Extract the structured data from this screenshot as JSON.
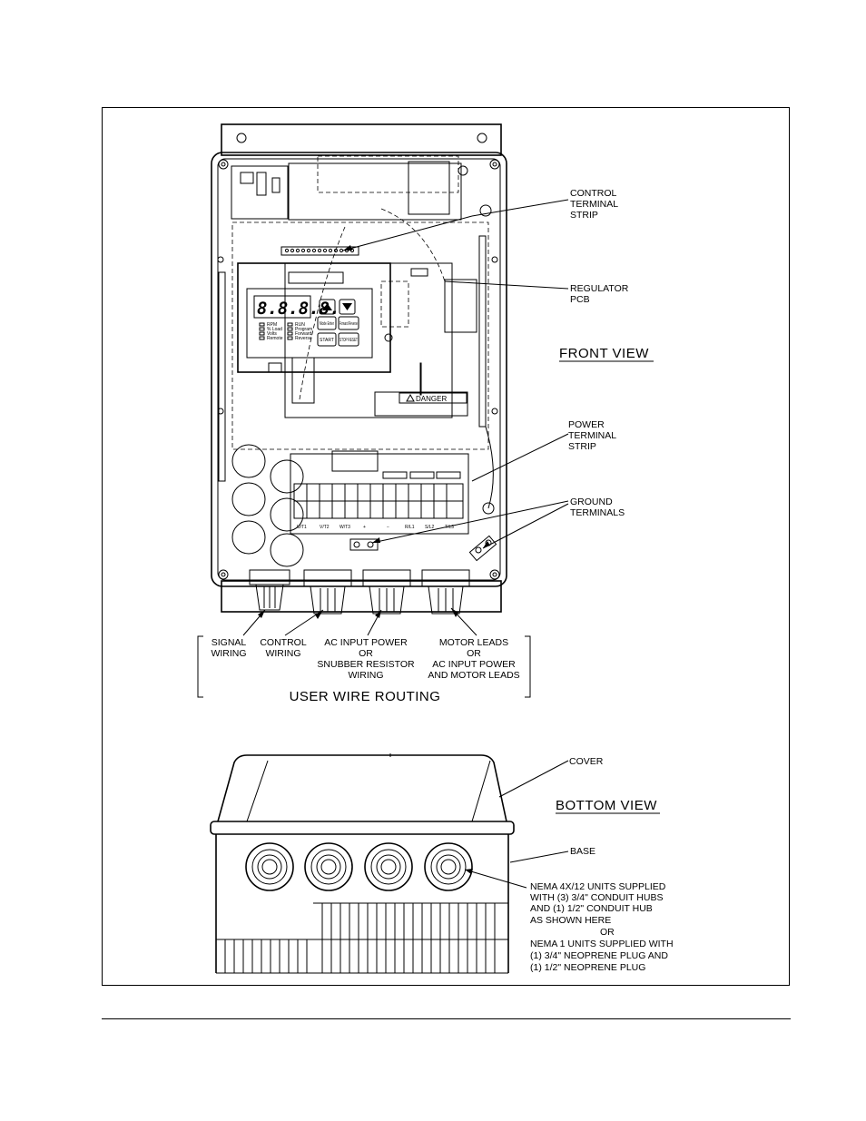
{
  "front_view": {
    "title": "FRONT VIEW",
    "callouts": {
      "control_terminal_strip": [
        "CONTROL",
        "TERMINAL",
        "STRIP"
      ],
      "regulator_pcb": [
        "REGULATOR",
        "PCB"
      ],
      "power_terminal_strip": [
        "POWER",
        "TERMINAL",
        "STRIP"
      ],
      "ground_terminals": [
        "GROUND",
        "TERMINALS"
      ]
    },
    "keypad": {
      "display": "8.8.8.8.",
      "leds_left": [
        "RPM",
        "% Load",
        "Volts",
        "Remote"
      ],
      "leds_right": [
        "RUN",
        "Program",
        "Forward",
        "Reverse"
      ],
      "keys": {
        "mode": "Mode Enter",
        "fwd_rev": "Forward Reverse",
        "start": "START",
        "stop": "STOP RESET"
      }
    },
    "danger_label": "DANGER",
    "terminal_labels": [
      "U/T1",
      "V/T2",
      "W/T3",
      "+",
      "−",
      "R/L1",
      "S/L2",
      "T/L3"
    ]
  },
  "wire_routing": {
    "title": "USER WIRE ROUTING",
    "items": [
      [
        "SIGNAL",
        "WIRING"
      ],
      [
        "CONTROL",
        "WIRING"
      ],
      [
        "AC  INPUT  POWER",
        "OR",
        "SNUBBER  RESISTOR",
        "WIRING"
      ],
      [
        "MOTOR  LEADS",
        "OR",
        "AC  INPUT  POWER",
        "AND  MOTOR  LEADS"
      ]
    ]
  },
  "bottom_view": {
    "title": "BOTTOM  VIEW",
    "cover_label": "COVER",
    "base_label": "BASE",
    "note": [
      "NEMA 4X/12 UNITS SUPPLIED",
      "WITH (3) 3/4\" CONDUIT HUBS",
      "AND (1) 1/2\" CONDUIT HUB",
      "AS SHOWN HERE",
      "OR",
      "NEMA 1 UNITS SUPPLIED WITH",
      "(1) 3/4\" NEOPRENE PLUG AND",
      "(1) 1/2\" NEOPRENE PLUG"
    ]
  }
}
